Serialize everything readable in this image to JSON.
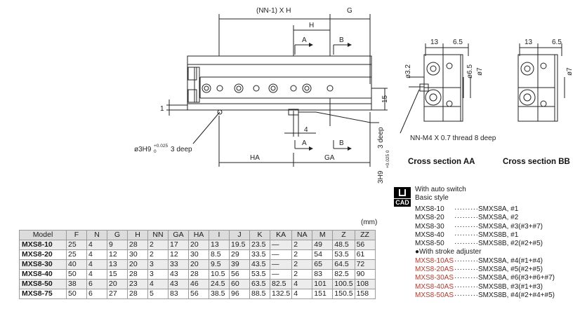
{
  "drawing": {
    "dims": {
      "nn_x_h": "(NN-1) X H",
      "g_top": "G",
      "h_mid": "H",
      "a_top": "A",
      "b_top": "B",
      "fifteen": "15",
      "one": "1",
      "four": "4",
      "a_bot": "A",
      "b_bot": "B",
      "ha": "HA",
      "ga": "GA",
      "bore_left": "ø3H9",
      "bore_left_tol_up": "+0.025",
      "bore_left_tol_dn": "0",
      "bore_left_depth": "3 deep",
      "bore_right": "3H9",
      "bore_right_tol": "+0.025 0",
      "bore_right_depth": "3 deep",
      "thread": "NN-M4 X 0.7 thread 8 deep",
      "aa_13": "13",
      "aa_65": "6.5",
      "aa_phi32": "ø3.2",
      "aa_phi65": "ø6.5",
      "aa_phi7": "ø7",
      "bb_13": "13",
      "bb_65": "6.5",
      "bb_phi7": "ø7"
    },
    "section_aa": "Cross section AA",
    "section_bb": "Cross section BB"
  },
  "table": {
    "unit": "(mm)",
    "columns": [
      "Model",
      "F",
      "N",
      "G",
      "H",
      "NN",
      "GA",
      "HA",
      "I",
      "J",
      "K",
      "KA",
      "NA",
      "M",
      "Z",
      "ZZ"
    ],
    "rows": [
      [
        "MXS8-10",
        "25",
        "4",
        "9",
        "28",
        "2",
        "17",
        "20",
        "13",
        "19.5",
        "23.5",
        "—",
        "2",
        "49",
        "48.5",
        "56"
      ],
      [
        "MXS8-20",
        "25",
        "4",
        "12",
        "30",
        "2",
        "12",
        "30",
        "8.5",
        "29",
        "33.5",
        "—",
        "2",
        "54",
        "53.5",
        "61"
      ],
      [
        "MXS8-30",
        "40",
        "4",
        "13",
        "20",
        "3",
        "33",
        "20",
        "9.5",
        "39",
        "43.5",
        "—",
        "2",
        "65",
        "64.5",
        "72"
      ],
      [
        "MXS8-40",
        "50",
        "4",
        "15",
        "28",
        "3",
        "43",
        "28",
        "10.5",
        "56",
        "53.5",
        "—",
        "2",
        "83",
        "82.5",
        "90"
      ],
      [
        "MXS8-50",
        "38",
        "6",
        "20",
        "23",
        "4",
        "43",
        "46",
        "24.5",
        "60",
        "63.5",
        "82.5",
        "4",
        "101",
        "100.5",
        "108"
      ],
      [
        "MXS8-75",
        "50",
        "6",
        "27",
        "28",
        "5",
        "83",
        "56",
        "38.5",
        "96",
        "88.5",
        "132.5",
        "4",
        "151",
        "150.5",
        "158"
      ]
    ]
  },
  "cad": {
    "icon_label": "CAD",
    "title": "With auto switch",
    "basic": "Basic style",
    "basic_rows": [
      {
        "model": "MXS8-10",
        "dots": "·········",
        "code": "SMXS8A, #1"
      },
      {
        "model": "MXS8-20",
        "dots": "·········",
        "code": "SMXS8A, #2"
      },
      {
        "model": "MXS8-30",
        "dots": "·········",
        "code": "SMXS8A, #3(#3+#7)"
      },
      {
        "model": "MXS8-40",
        "dots": "·········",
        "code": "SMXS8B, #1"
      },
      {
        "model": "MXS8-50",
        "dots": "·········",
        "code": "SMXS8B, #2(#2+#5)"
      }
    ],
    "stroke_title": "●With stroke adjuster",
    "stroke_rows": [
      {
        "model": "MXS8-10AS",
        "dots": "·········",
        "code": "SMXS8A, #4(#1+#4)"
      },
      {
        "model": "MXS8-20AS",
        "dots": "·········",
        "code": "SMXS8A, #5(#2+#5)"
      },
      {
        "model": "MXS8-30AS",
        "dots": "·········",
        "code": "SMXS8A, #6(#3+#6+#7)"
      },
      {
        "model": "MXS8-40AS",
        "dots": "·········",
        "code": "SMXS8B, #3(#1+#3)"
      },
      {
        "model": "MXS8-50AS",
        "dots": "·········",
        "code": "SMXS8B, #4(#2+#4+#5)"
      }
    ]
  }
}
